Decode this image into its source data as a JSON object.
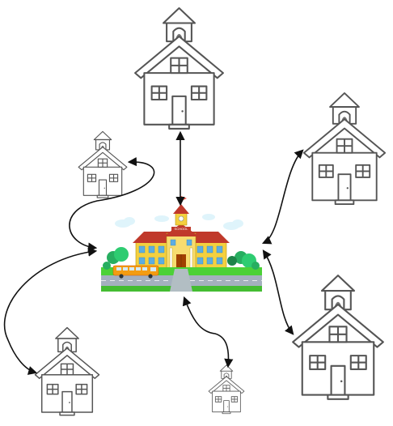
{
  "diagram": {
    "central_node": {
      "icon": "large-school-building-icon",
      "sign_text": "SCHOOL",
      "colors": {
        "roof": "#c0392b",
        "wall": "#f1c40f",
        "window": "#5dade2",
        "grass": "#4cd137",
        "road": "#95a5a6",
        "bus": "#f39c12",
        "sky_cloud": "#dff4fb",
        "tree": "#27ae60"
      }
    },
    "satellite_nodes": [
      {
        "name": "schoolhouse-top",
        "icon": "schoolhouse-outline-icon"
      },
      {
        "name": "schoolhouse-small-left",
        "icon": "schoolhouse-outline-icon"
      },
      {
        "name": "schoolhouse-right-upper",
        "icon": "schoolhouse-outline-icon"
      },
      {
        "name": "schoolhouse-right-lower",
        "icon": "schoolhouse-outline-icon"
      },
      {
        "name": "schoolhouse-bottom-left",
        "icon": "schoolhouse-outline-icon"
      },
      {
        "name": "schoolhouse-bottom-center",
        "icon": "schoolhouse-outline-icon"
      }
    ],
    "connections": [
      {
        "from": "central-school",
        "to": "schoolhouse-top",
        "style": "double-arrow"
      },
      {
        "from": "central-school",
        "to": "schoolhouse-small-left",
        "style": "double-arrow"
      },
      {
        "from": "central-school",
        "to": "schoolhouse-right-upper",
        "style": "double-arrow"
      },
      {
        "from": "central-school",
        "to": "schoolhouse-right-lower",
        "style": "double-arrow"
      },
      {
        "from": "central-school",
        "to": "schoolhouse-bottom-left",
        "style": "double-arrow"
      },
      {
        "from": "central-school",
        "to": "schoolhouse-bottom-center",
        "style": "double-arrow"
      }
    ],
    "line_color": "#111111",
    "outline_color": "#555555"
  }
}
